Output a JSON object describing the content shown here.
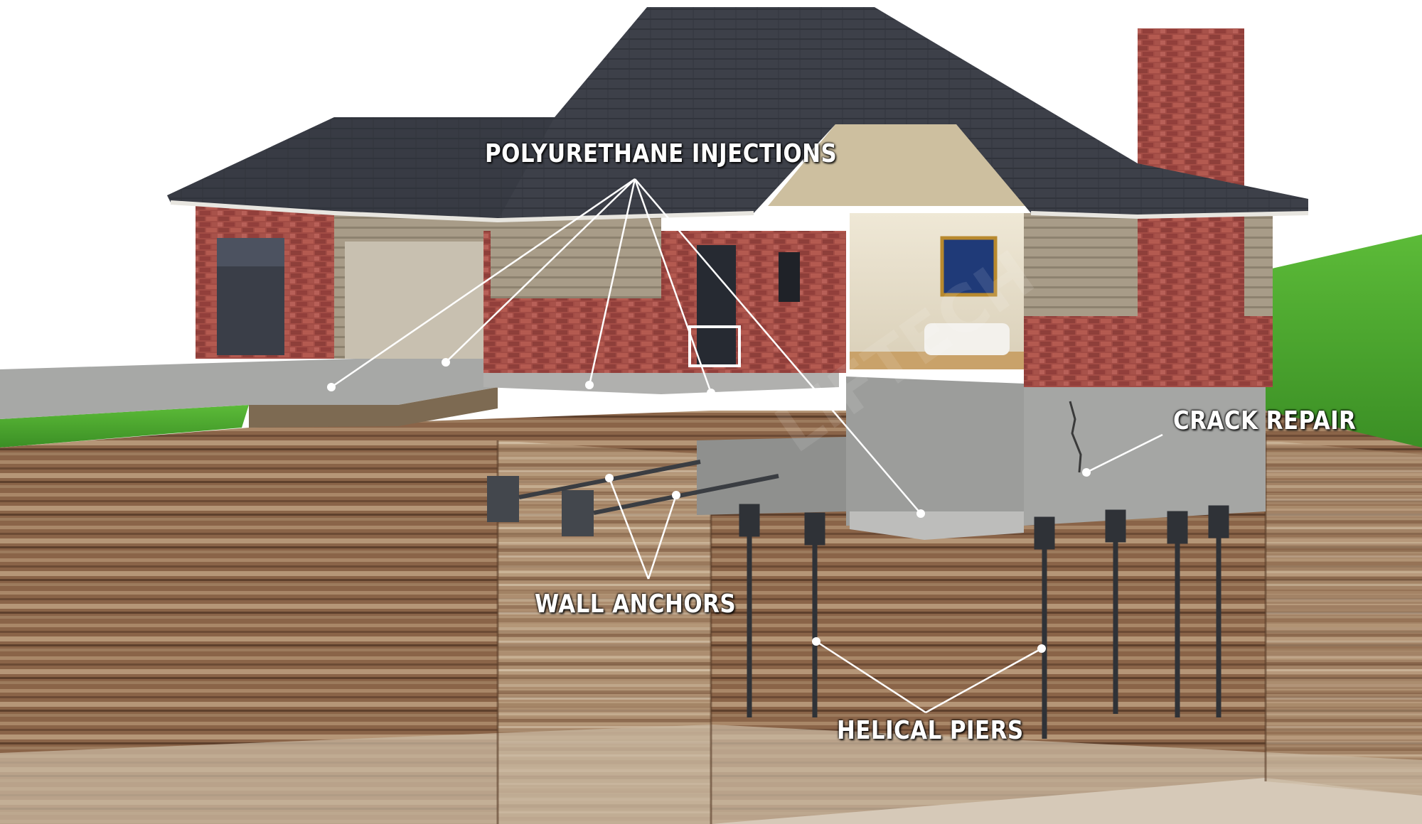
{
  "labels": {
    "polyurethane": "POLYURETHANE INJECTIONS",
    "crack_repair": "CRACK REPAIR",
    "wall_anchors": "WALL ANCHORS",
    "helical_piers": "HELICAL PIERS"
  },
  "watermark": "LIFTECH",
  "colors": {
    "roof": "#3c3f47",
    "brick": "#9e4a44",
    "siding": "#a89c88",
    "grass": "#4aa52e",
    "soil": "#8a6448",
    "concrete": "#9a9a98",
    "label_text": "#ffffff"
  }
}
